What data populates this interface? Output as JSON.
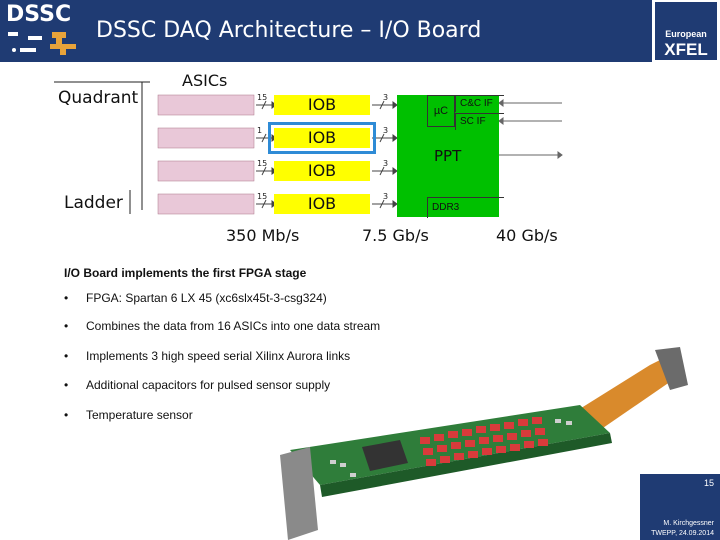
{
  "header": {
    "logo_text": "DSSC",
    "title": "DSSC DAQ Architecture – I/O Board",
    "partner_logo_top": "European",
    "partner_logo_main": "XFEL"
  },
  "diagram": {
    "label_quadrant": "Quadrant",
    "label_asics": "ASICs",
    "label_ladder": "Ladder",
    "iob_labels": [
      "IOB",
      "IOB",
      "IOB",
      "IOB"
    ],
    "link_in_labels": [
      "15",
      "1",
      "15",
      "15"
    ],
    "link_out_labels": [
      "3",
      "3",
      "3",
      "3"
    ],
    "uc_label": "µC",
    "ccif_label": "C&C IF",
    "scif_label": "SC IF",
    "ppt_label": "PPT",
    "ddr_label": "DDR3",
    "rates": [
      "350 Mb/s",
      "7.5 Gb/s",
      "40 Gb/s"
    ],
    "colors": {
      "iob": "#ffff00",
      "ppt": "#00c000",
      "selection": "#2e8bd6",
      "brand": "#1f3b73"
    }
  },
  "content": {
    "heading": "I/O Board implements the first FPGA stage",
    "bullet_symbol": "•",
    "bullets": [
      "FPGA: Spartan 6 LX 45 (xc6slx45t-3-csg324)",
      "Combines the data from 16 ASICs into one data stream",
      "Implements 3 high speed serial Xilinx Aurora links",
      "Additional capacitors for pulsed sensor supply",
      "Temperature sensor"
    ]
  },
  "footer": {
    "page_number": "15",
    "author": "M. Kirchgessner",
    "date": "TWEPP, 24.09.2014"
  }
}
